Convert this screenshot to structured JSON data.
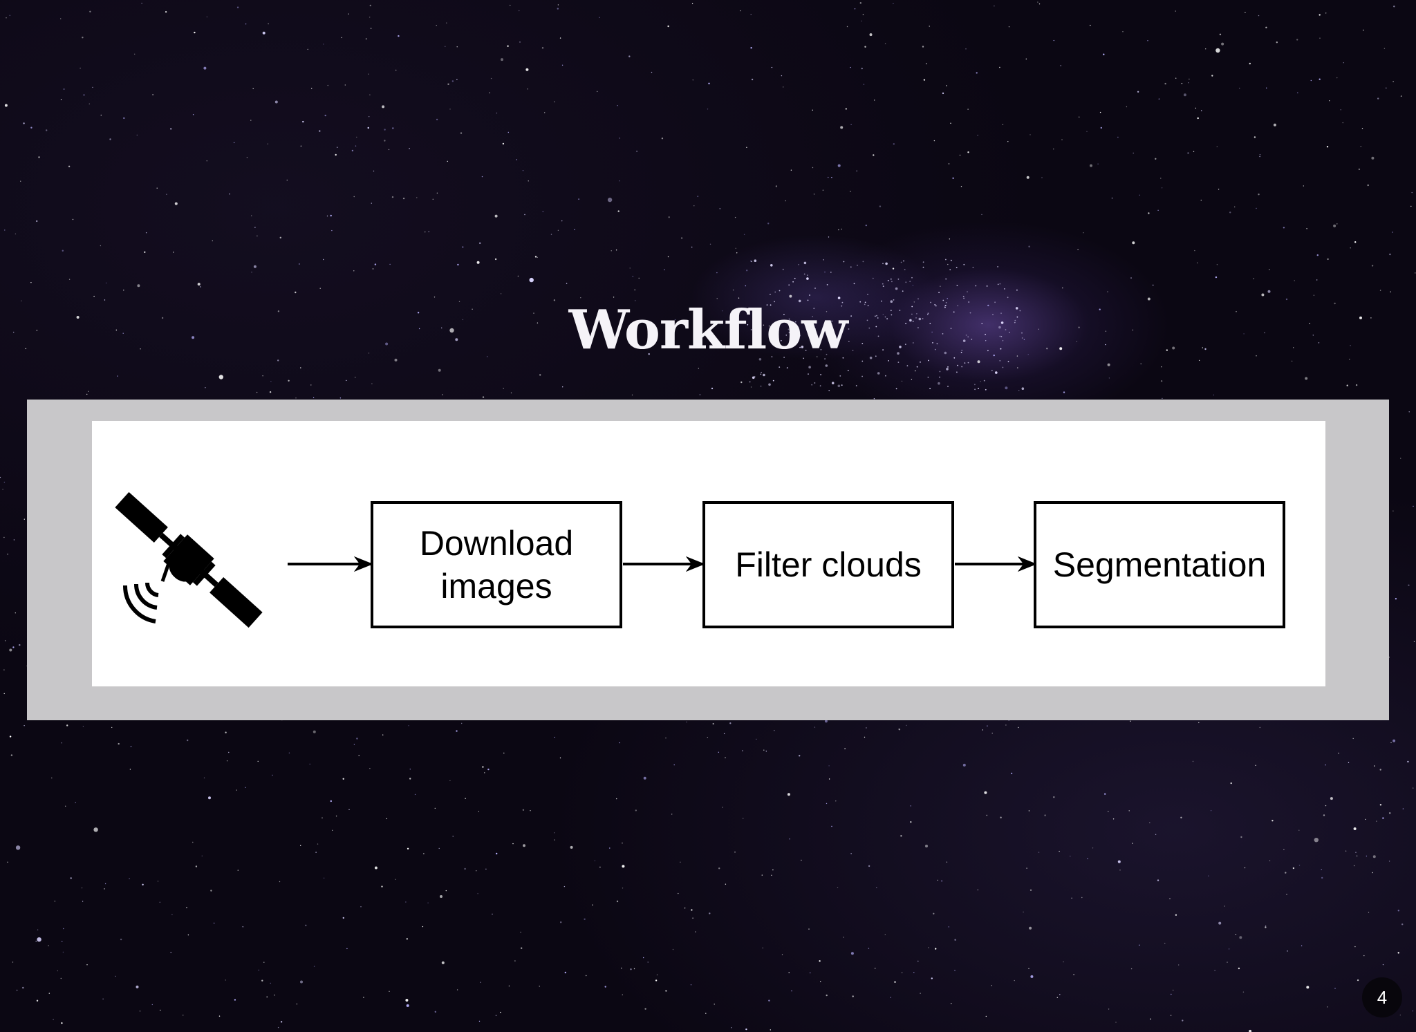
{
  "slide": {
    "title": "Workflow",
    "page_number": "4"
  },
  "diagram": {
    "source_icon": "satellite-icon",
    "steps": [
      {
        "label_line1": "Download",
        "label_line2": "images"
      },
      {
        "label_line1": "Filter clouds",
        "label_line2": ""
      },
      {
        "label_line1": "Segmentation",
        "label_line2": ""
      }
    ]
  }
}
